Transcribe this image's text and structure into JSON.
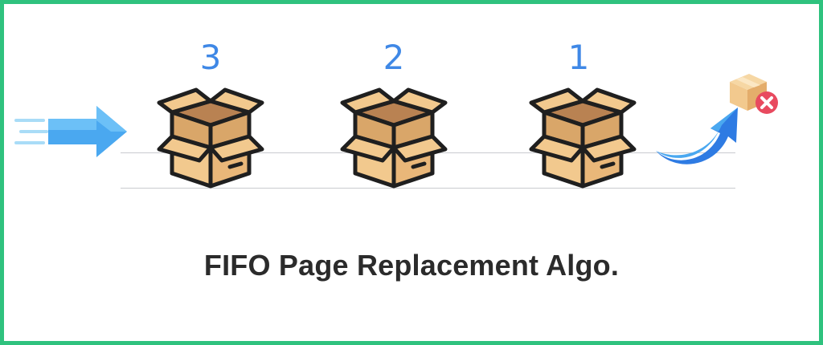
{
  "diagram": {
    "title": "FIFO Page Replacement Algo.",
    "slots": [
      {
        "label": "3",
        "icon": "box-icon"
      },
      {
        "label": "2",
        "icon": "box-icon"
      },
      {
        "label": "1",
        "icon": "box-icon"
      }
    ],
    "incoming_icon": "arrow-right-icon",
    "outgoing_icon": "curved-arrow-up-icon",
    "evicted_icon": "box-removed-icon"
  },
  "colors": {
    "border": "#2fc27e",
    "number": "#3f88e6",
    "box_fill": "#f2c98e",
    "box_dark": "#d9a669",
    "arrow": "#4aa8f0",
    "remove": "#e84a5f"
  }
}
